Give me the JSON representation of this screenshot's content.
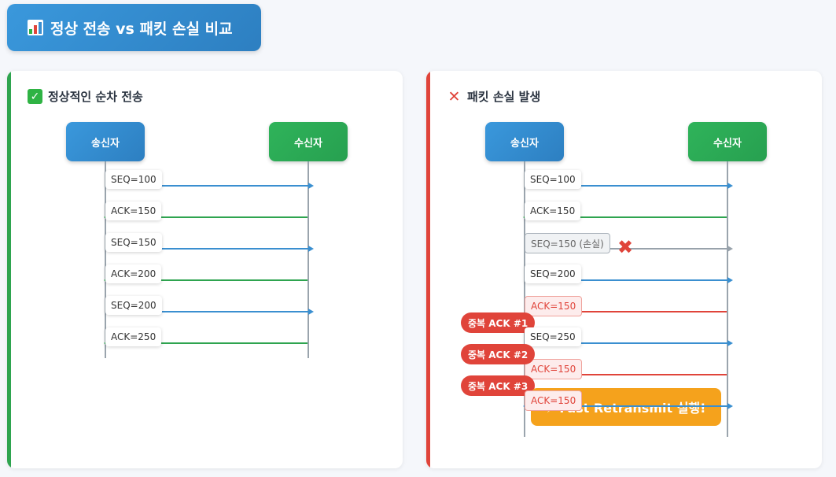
{
  "title": {
    "text": "정상 전송 vs 패킷 손실 비교",
    "icon": "bar-chart-icon"
  },
  "colors": {
    "blue": "#3a8fd0",
    "green": "#2ea44f",
    "red": "#e0443a",
    "orange": "#f5a21c"
  },
  "normal": {
    "title": "정상적인 순차 전송",
    "icon": "check-icon",
    "sender": "송신자",
    "receiver": "수신자",
    "messages": [
      "SEQ=100",
      "ACK=150",
      "SEQ=150",
      "ACK=200",
      "SEQ=200",
      "ACK=250"
    ]
  },
  "loss": {
    "title": "패킷 손실 발생",
    "icon": "cross-icon",
    "sender": "송신자",
    "receiver": "수신자",
    "messages": [
      "SEQ=100",
      "ACK=150",
      "SEQ=150 (손실)",
      "SEQ=200",
      "ACK=150",
      "SEQ=250",
      "ACK=150",
      "ACK=150"
    ],
    "dup_badges": [
      "중복 ACK #1",
      "중복 ACK #2",
      "중복 ACK #3"
    ],
    "fast_retransmit": "⚡ Fast Retransmit 실행!"
  }
}
